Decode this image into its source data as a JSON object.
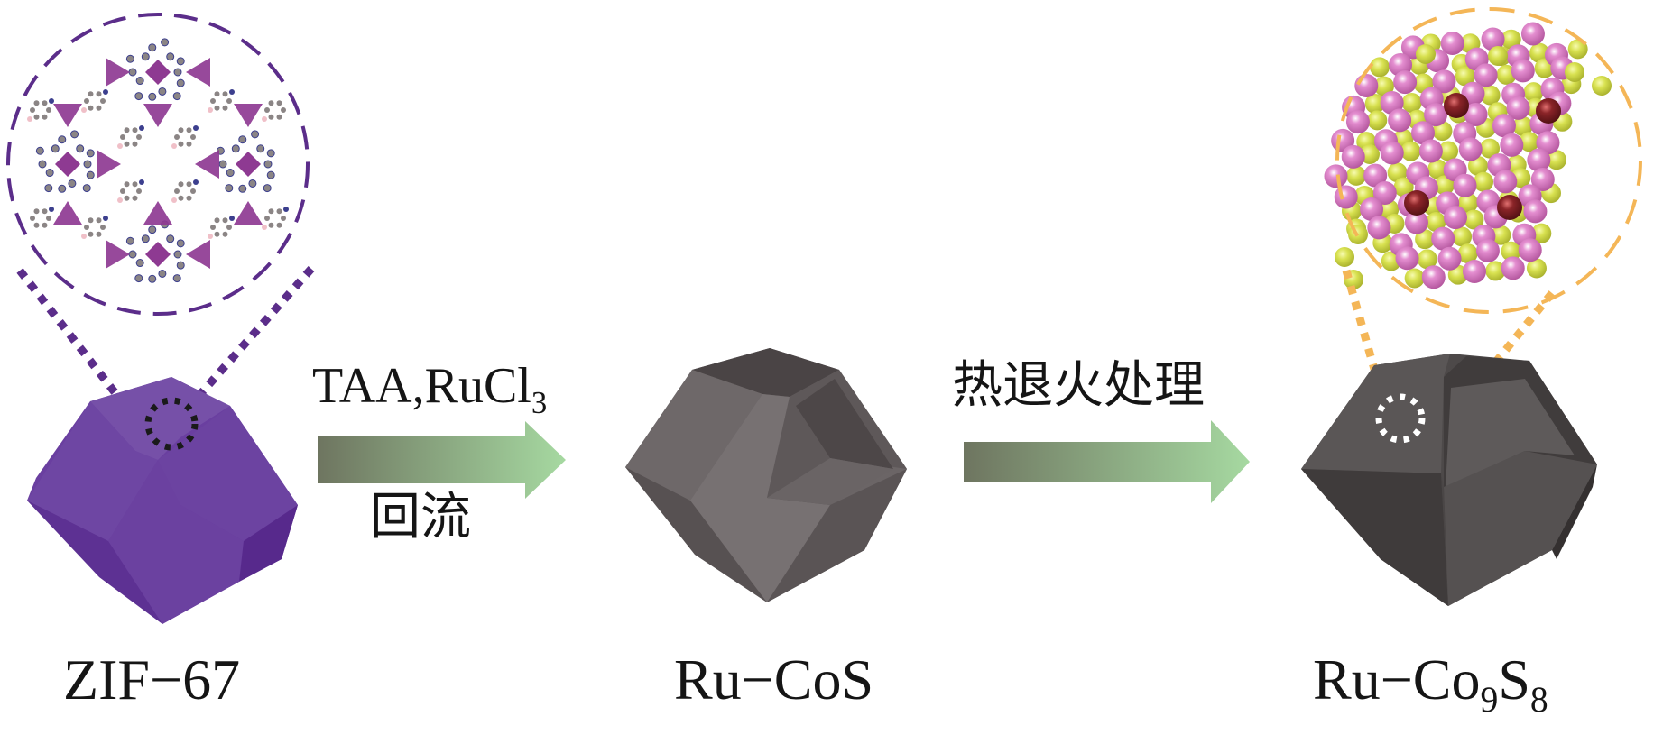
{
  "title": "Synthesis scheme: ZIF-67 to Ru-CoS to Ru-Co9S8",
  "stages": [
    {
      "id": "zif67",
      "label_main": "ZIF−67",
      "label_sub1": "",
      "label_mid": "",
      "label_sub2": "",
      "shape": "rhombic-dodecahedron",
      "color": "#6a3fa0",
      "inset": "ZIF-67 framework structure (Co tetrahedra linked by imidazolate)",
      "inset_border_color": "#5b2d8a"
    },
    {
      "id": "rucos",
      "label_main": "Ru−CoS",
      "shape": "hollow rhombic-dodecahedron (cut-open)",
      "color": "#6b6566"
    },
    {
      "id": "ruco9s8",
      "label_main": "Ru−Co",
      "label_sub1": "9",
      "label_mid": "S",
      "label_sub2": "8",
      "shape": "hollow rhombic-dodecahedron (cut-open, rough)",
      "color": "#4a4646",
      "inset": "Ru-doped Co9S8 atomic model",
      "inset_border_color": "#f4b657",
      "atom_colors": {
        "Co": "#d774c0",
        "S": "#d5e04e",
        "Ru": "#7a1e22"
      }
    }
  ],
  "steps": [
    {
      "id": "step1",
      "above_main": "TAA,RuCl",
      "above_sub": "3",
      "below": "回流",
      "arrow_gradient": [
        "#6e7560",
        "#a6d9a1"
      ]
    },
    {
      "id": "step2",
      "above_main": "热退火处理",
      "above_sub": "",
      "below": "",
      "arrow_gradient": [
        "#6e7560",
        "#a6d9a1"
      ]
    }
  ],
  "callout_colors": {
    "zif_dots": "#5b2d8a",
    "zif_ring": "#1a1a1a",
    "co9s8_dots": "#f4b657",
    "co9s8_ring": "#ffffff"
  }
}
